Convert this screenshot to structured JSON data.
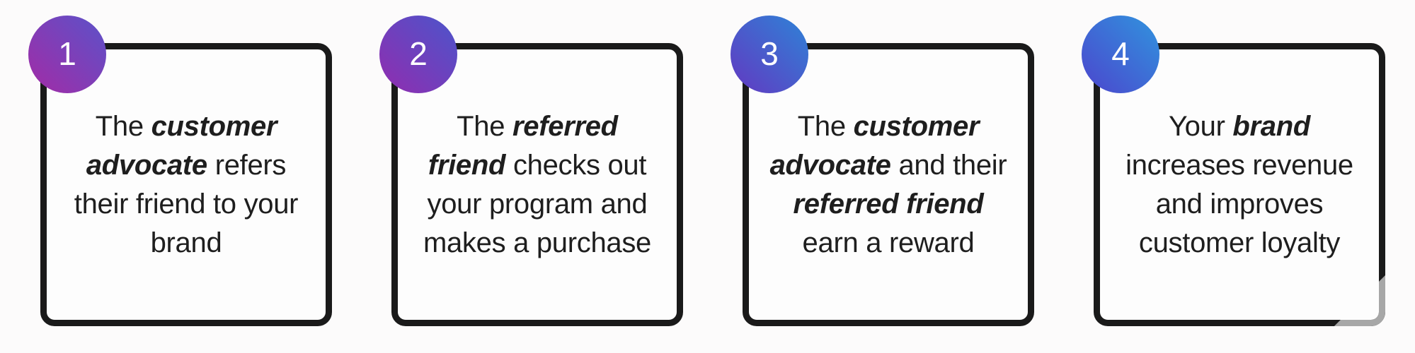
{
  "diagram": {
    "title": "referral-program-steps",
    "card_border_color": "#1a1a1a",
    "card_background": "#fdfdfd",
    "page_background": "#fcfbfb",
    "text_color": "#1e1e1e",
    "badge_text_color": "#ffffff",
    "steps": [
      {
        "number": "1",
        "badge_gradient": {
          "from": "#a32ba6",
          "to": "#5b52c9"
        },
        "lines": [
          [
            {
              "text": "The ",
              "emphasis": false
            },
            {
              "text": "customer",
              "emphasis": true
            }
          ],
          [
            {
              "text": "advocate",
              "emphasis": true
            },
            {
              "text": " refers",
              "emphasis": false
            }
          ],
          [
            {
              "text": "their friend to your",
              "emphasis": false
            }
          ],
          [
            {
              "text": "brand",
              "emphasis": false
            }
          ]
        ]
      },
      {
        "number": "2",
        "badge_gradient": {
          "from": "#922caf",
          "to": "#4b55cb"
        },
        "lines": [
          [
            {
              "text": "The ",
              "emphasis": false
            },
            {
              "text": "referred",
              "emphasis": true
            }
          ],
          [
            {
              "text": "friend",
              "emphasis": true
            },
            {
              "text": " checks out",
              "emphasis": false
            }
          ],
          [
            {
              "text": "your program and",
              "emphasis": false
            }
          ],
          [
            {
              "text": "makes a purchase",
              "emphasis": false
            }
          ]
        ]
      },
      {
        "number": "3",
        "badge_gradient": {
          "from": "#6338c1",
          "to": "#2e83d7"
        },
        "lines": [
          [
            {
              "text": "The ",
              "emphasis": false
            },
            {
              "text": "customer",
              "emphasis": true
            }
          ],
          [
            {
              "text": "advocate",
              "emphasis": true
            },
            {
              "text": " and their",
              "emphasis": false
            }
          ],
          [
            {
              "text": "referred friend",
              "emphasis": true
            }
          ],
          [
            {
              "text": "earn a reward",
              "emphasis": false
            }
          ]
        ]
      },
      {
        "number": "4",
        "badge_gradient": {
          "from": "#4c45cd",
          "to": "#3094de"
        },
        "lines": [
          [
            {
              "text": "Your ",
              "emphasis": false
            },
            {
              "text": "brand",
              "emphasis": true
            }
          ],
          [
            {
              "text": "increases revenue",
              "emphasis": false
            }
          ],
          [
            {
              "text": "and improves",
              "emphasis": false
            }
          ],
          [
            {
              "text": "customer loyalty",
              "emphasis": false
            }
          ]
        ]
      }
    ]
  }
}
